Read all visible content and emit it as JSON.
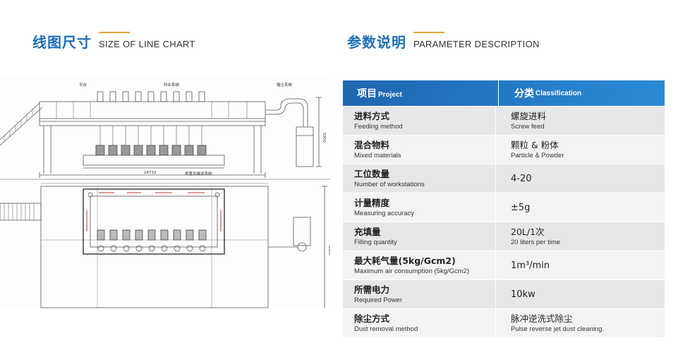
{
  "left_section": {
    "title_cn": "线图尺寸",
    "title_en": "SIZE OF LINE CHART"
  },
  "right_section": {
    "title_cn": "参数说明",
    "title_en": "PARAMETER DESCRIPTION"
  },
  "drawing": {
    "labels": {
      "platform": "平台",
      "feeding": "料业系统",
      "dust": "输尘系统",
      "weigh": "称重及输送系统",
      "total_length": "16732",
      "height": "5950",
      "width": "6000"
    }
  },
  "table": {
    "header": {
      "col1_cn": "项目",
      "col1_en": "Project",
      "col2_cn": "分类",
      "col2_en": "Classification"
    },
    "rows": [
      {
        "name_cn": "进料方式",
        "name_en": "Feeding method",
        "val_cn": "螺旋进料",
        "val_en": "Screw feed"
      },
      {
        "name_cn": "混合物料",
        "name_en": "Mixed materials",
        "val_cn": "颗粒 & 粉体",
        "val_en": "Particle & Powder"
      },
      {
        "name_cn": "工位数量",
        "name_en": "Number of workstations",
        "val_cn": "4-20",
        "val_en": ""
      },
      {
        "name_cn": "计量精度",
        "name_en": "Measuring accuracy",
        "val_cn": "±5g",
        "val_en": ""
      },
      {
        "name_cn": "充填量",
        "name_en": "Filling quantity",
        "val_cn": "20L/1次",
        "val_en": "20 liters per time"
      },
      {
        "name_cn": "最大耗气量(5kg/Gcm2)",
        "name_en": "Maximum air consumption (5kg/Gcm2)",
        "val_cn": "1m³/min",
        "val_en": ""
      },
      {
        "name_cn": "所需电力",
        "name_en": "Required Power",
        "val_cn": "10kw",
        "val_en": ""
      },
      {
        "name_cn": "除尘方式",
        "name_en": "Dust removal method",
        "val_cn": "脉冲逆洗式除尘",
        "val_en": "Pulse reverse jet dust cleaning."
      }
    ]
  }
}
